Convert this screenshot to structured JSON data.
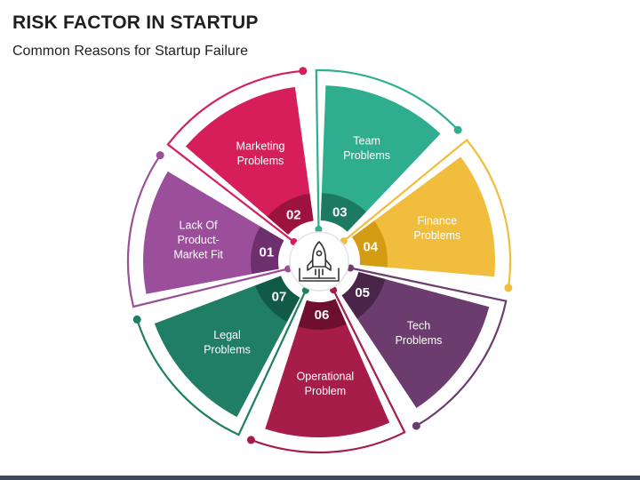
{
  "header": {
    "title": "RISK FACTOR IN STARTUP",
    "subtitle": "Common Reasons for Startup Failure"
  },
  "center": {
    "icon": "rocket-icon"
  },
  "segments": [
    {
      "number": "01",
      "label": [
        "Lack Of",
        "Product-",
        "Market Fit"
      ],
      "color": "#9b4f9b",
      "dark": "#6e2f6e"
    },
    {
      "number": "02",
      "label": [
        "Marketing",
        "Problems"
      ],
      "color": "#d61f5a",
      "dark": "#9c1340"
    },
    {
      "number": "03",
      "label": [
        "Team",
        "Problems"
      ],
      "color": "#2eae8e",
      "dark": "#1c7a62"
    },
    {
      "number": "04",
      "label": [
        "Finance",
        "Problems"
      ],
      "color": "#f0be3c",
      "dark": "#d49c12"
    },
    {
      "number": "05",
      "label": [
        "Tech",
        "Problems"
      ],
      "color": "#6b3c6d",
      "dark": "#4a2449"
    },
    {
      "number": "06",
      "label": [
        "Operational",
        "Problem"
      ],
      "color": "#a61d4a",
      "dark": "#6f0f30"
    },
    {
      "number": "07",
      "label": [
        "Legal",
        "Problems"
      ],
      "color": "#1f7e63",
      "dark": "#115b46"
    }
  ]
}
